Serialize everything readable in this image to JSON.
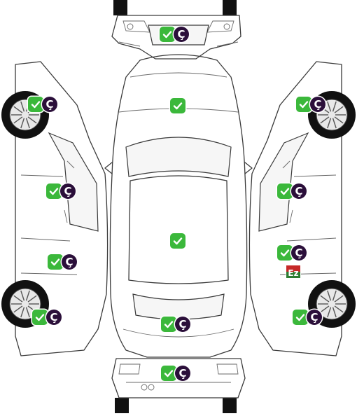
{
  "colors": {
    "ok": "#3bb83b",
    "code_bg": "#2b0f3a",
    "note_top": "#c62828",
    "note_bottom": "#2e7d32"
  },
  "icons": {
    "status": "check-icon"
  },
  "code_label": "Ç",
  "note_label": "Ez",
  "parts": [
    {
      "key": "front-bumper",
      "code": "Ç"
    },
    {
      "key": "hood",
      "code": ""
    },
    {
      "key": "roof",
      "code": ""
    },
    {
      "key": "trunk",
      "code": "Ç"
    },
    {
      "key": "rear-bumper",
      "code": "Ç"
    },
    {
      "key": "left-front-fender",
      "code": "Ç"
    },
    {
      "key": "left-front-door",
      "code": "Ç"
    },
    {
      "key": "left-rear-door",
      "code": "Ç"
    },
    {
      "key": "left-rear-fender",
      "code": "Ç"
    },
    {
      "key": "right-front-fender",
      "code": "Ç"
    },
    {
      "key": "right-front-door",
      "code": "Ç"
    },
    {
      "key": "right-rear-door",
      "code": "Ç",
      "note": "Ez"
    },
    {
      "key": "right-rear-fender",
      "code": "Ç"
    }
  ]
}
